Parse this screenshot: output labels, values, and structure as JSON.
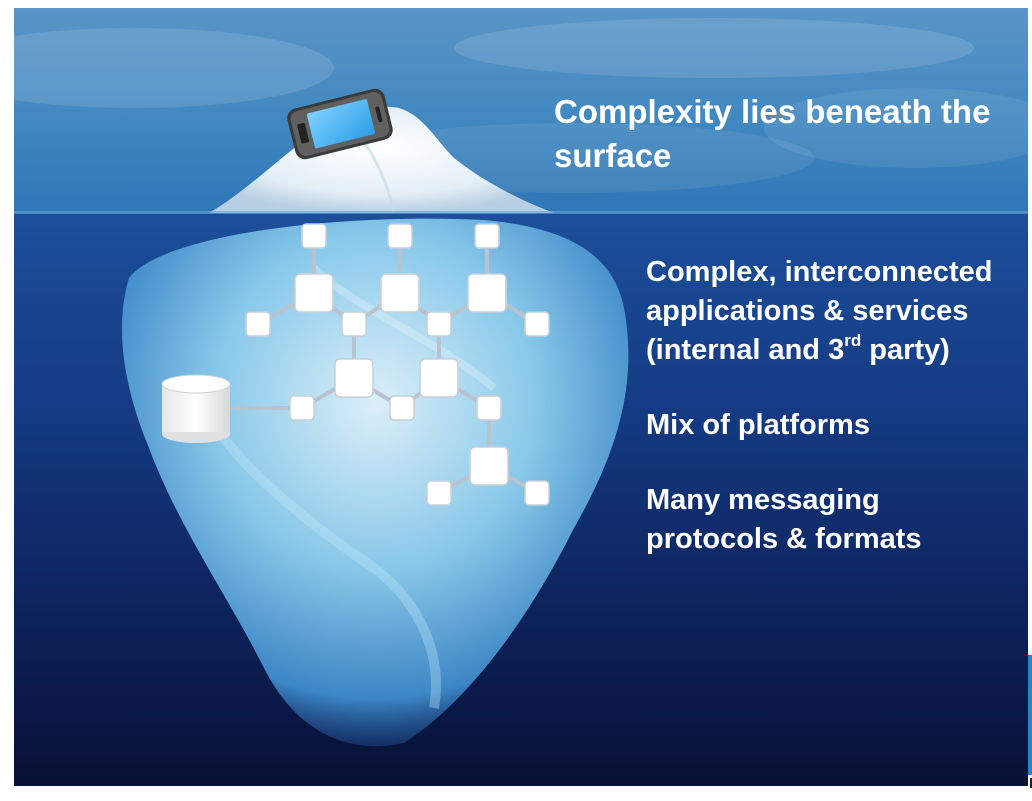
{
  "slide": {
    "headline": "Complexity lies beneath the surface",
    "bullets": [
      {
        "pre": "Complex, interconnected applications & services (internal and 3",
        "sup": "rd",
        "post": " party)"
      },
      {
        "pre": "Mix of platforms",
        "sup": "",
        "post": ""
      },
      {
        "pre": "Many messaging protocols & formats",
        "sup": "",
        "post": ""
      }
    ]
  },
  "illustration": {
    "icons": [
      "smartphone-icon",
      "database-icon",
      "node-icon"
    ],
    "colors": {
      "sky_top": "#5d97c8",
      "sky_bottom": "#2f77b5",
      "water_top": "#1d4f9a",
      "water_bottom": "#0a1238",
      "ice": "#d8f1fb",
      "node": "#ffffff",
      "link": "#b9c3cf"
    }
  }
}
